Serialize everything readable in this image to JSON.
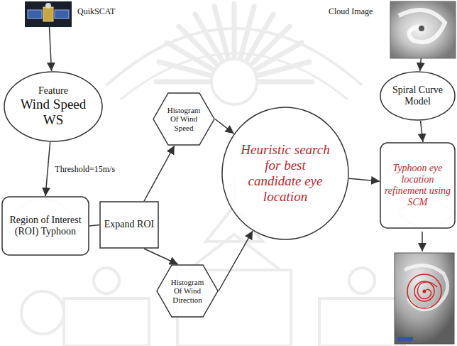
{
  "diagram": {
    "nodes": [
      {
        "text": [
          "QuikSCAT"
        ]
      },
      {
        "text": [
          "Feature",
          "Wind Speed WS"
        ]
      },
      {
        "text": [
          "Region of Interest (ROI) Typhoon"
        ]
      },
      {
        "text": [
          "Expand ROI"
        ]
      },
      {
        "text": [
          "Histogram Of Wind Speed"
        ]
      },
      {
        "text": [
          "Histogram Of Wind Direction"
        ]
      },
      {
        "text": [
          "Heuristic search for best candidate eye location"
        ]
      },
      {
        "text": [
          "Cloud Image"
        ]
      },
      {
        "text": [
          "Spiral Curve Model"
        ]
      },
      {
        "text": [
          "Typhoon eye location refinement using SCM"
        ]
      }
    ],
    "edges": [
      {
        "from": 0,
        "to": 1,
        "arrow": "to"
      },
      {
        "from": 1,
        "to": 2,
        "label": "Threshold=15m/s",
        "arrow": "to"
      },
      {
        "from": 2,
        "to": 3,
        "arrow": "none"
      },
      {
        "from": 3,
        "to": 4,
        "arrow": "to"
      },
      {
        "from": 3,
        "to": 5,
        "arrow": "to"
      },
      {
        "from": 4,
        "to": 6,
        "arrow": "to"
      },
      {
        "from": 5,
        "to": 6,
        "arrow": "to"
      },
      {
        "from": 7,
        "to": 8,
        "arrow": "to"
      },
      {
        "from": 8,
        "to": 9,
        "arrow": "to"
      },
      {
        "from": 6,
        "to": 9,
        "arrow": "to"
      }
    ]
  }
}
